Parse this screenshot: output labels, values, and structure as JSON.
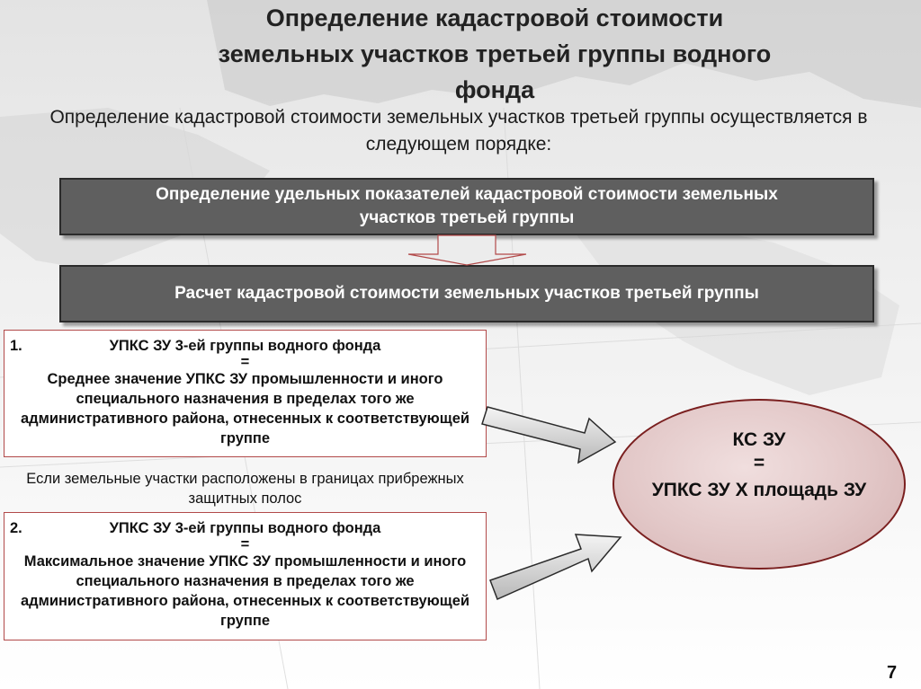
{
  "slide": {
    "title": "Определение кадастровой стоимости земельных участков третьей группы водного фонда",
    "intro": "Определение кадастровой стоимости земельных участков третьей группы осуществляется в следующем порядке:",
    "step1": "Определение удельных показателей кадастровой стоимости земельных участков третьей группы",
    "step2": "Расчет кадастровой стоимости земельных участков третьей группы",
    "case1": {
      "number": "1.",
      "heading": "УПКС ЗУ 3-ей группы водного фонда",
      "equals": "=",
      "body": "Среднее значение УПКС ЗУ промышленности и иного специального назначения в пределах того же административного района, отнесенных к соответствующей группе"
    },
    "condition": "Если земельные участки расположены в границах прибрежных защитных полос",
    "case2": {
      "number": "2.",
      "heading": "УПКС ЗУ 3-ей группы водного фонда",
      "equals": "=",
      "body": "Максимальное значение УПКС ЗУ промышленности и иного специального назначения в пределах того же административного района, отнесенных к соответствующей группе"
    },
    "formula": {
      "line1": "КС ЗУ",
      "line2": "=",
      "line3": "УПКС ЗУ Х площадь ЗУ"
    },
    "page_number": "7"
  },
  "colors": {
    "box_fill": "#5f5f5f",
    "case_border": "#b24a4a",
    "ellipse_border": "#7a1f1f",
    "ellipse_fill": "#e2c7c7",
    "arrow_fill": "#cfcfcf"
  }
}
